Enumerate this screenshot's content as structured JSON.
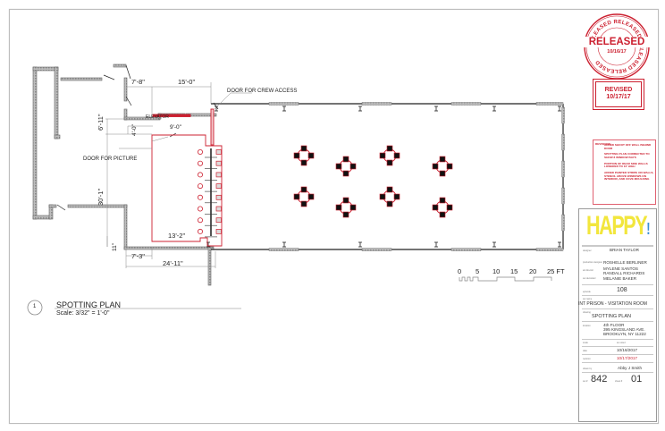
{
  "sheet": {
    "plan_title": "SPOTTING PLAN",
    "plan_scale": "Scale: 3/32\" = 1'-0\"",
    "detail_number": "1"
  },
  "annotations": {
    "elevator": "ELEVATOR",
    "door_crew": "DOOR FOR CREW ACCESS",
    "door_picture": "DOOR FOR PICTURE"
  },
  "dimensions": {
    "d_7_8": "7'-8\"",
    "d_15_0": "15'-0\"",
    "d_9_0": "9'-0\"",
    "d_6_11": "6'-11\"",
    "d_4_0": "4'-0\"",
    "d_30_1": "30'-1\"",
    "d_13_2": "13'-2\"",
    "d_11": "11\"",
    "d_7_3": "7'-3\"",
    "d_24_11": "24'-11\""
  },
  "scale_bar": {
    "ticks": [
      "0",
      "5",
      "10",
      "15",
      "20",
      "25 FT"
    ]
  },
  "stamps": {
    "released_ring_text": "RELEASED RELEASED RELEASED RELEASED",
    "released_main": "RELEASED",
    "released_date": "10/16/17",
    "revised_label": "REVISED",
    "revised_date": "10/17/17",
    "color": "#cc2030"
  },
  "revisions": {
    "heading": "REVISIONS:",
    "items": [
      "ADDED SHOOT OFF WALL BEHIND DOOR",
      "SPOTTING PLAN CORRECTED TO SHOW 8 WINDOW BAYS",
      "PORTION OF REAR SIDE WALLS LOWERED TO 10' HIGH",
      "ADDED PAINTED STRIPE ON WALLS, STENCIL ABOVE WINDOWS ON INTERIOR, AND COVE MOULDING"
    ]
  },
  "title_block": {
    "logo": "HAPPY",
    "logo_mark": "!",
    "logo_color": "#f2e63c",
    "logo_mark_color": "#3a8fd6",
    "designer_label": "designer",
    "designer": "BRIAN TAYLOR",
    "prod_designer_label": "production designer",
    "prod_designer": "ROSHELLE BERLINER",
    "art_director_label": "art director",
    "art_director_1": "MYLENE SANTOS",
    "art_director_2": "RANDALL RICHARDS",
    "set_decorator_label": "set decorator",
    "set_decorator": "MELANIE BAKER",
    "episode_label": "episode",
    "episode": "108",
    "set_name_label": "set name",
    "set_name": "INT PRISON - VISITATION ROOM",
    "drawing_label": "drawing",
    "drawing": "SPOTTING PLAN",
    "location_label": "location",
    "location_1": "4th FLOOR",
    "location_2": "395 KINGSLAND AVE.",
    "location_3": "BROOKLYN, NY 11222",
    "scale_label": "scale",
    "scale_value": "as noted",
    "date_label": "date",
    "date": "10/16/2017",
    "revision_label": "revision",
    "revision_date": "10/17/2017",
    "drawn_by_label": "drawn by",
    "drawn_by": "Abby J Smith",
    "set_no_label": "set #",
    "set_no": "842",
    "sheet_no_label": "sheet #",
    "sheet_no": "01"
  }
}
